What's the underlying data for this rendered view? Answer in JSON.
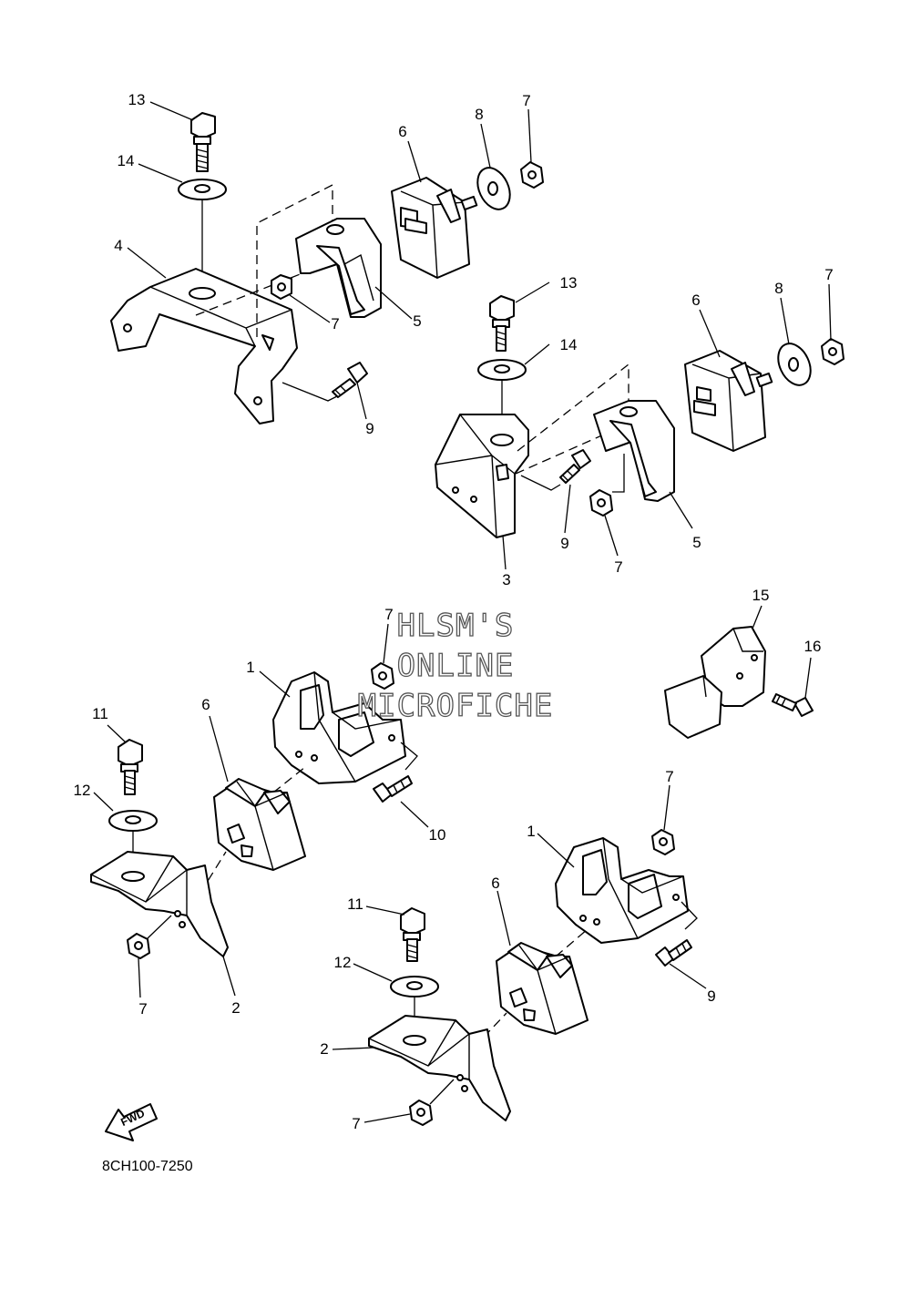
{
  "diagram_code": "8CH100-7250",
  "watermark": [
    "HLSM'S",
    "ONLINE",
    "MICROFICHE"
  ],
  "fwd_label": "FWD",
  "callouts": [
    {
      "id": "c1",
      "text": "13"
    },
    {
      "id": "c2",
      "text": "14"
    },
    {
      "id": "c3",
      "text": "4"
    },
    {
      "id": "c4",
      "text": "6"
    },
    {
      "id": "c5",
      "text": "8"
    },
    {
      "id": "c6",
      "text": "7"
    },
    {
      "id": "c7",
      "text": "7"
    },
    {
      "id": "c8",
      "text": "5"
    },
    {
      "id": "c9",
      "text": "9"
    },
    {
      "id": "c10",
      "text": "13"
    },
    {
      "id": "c11",
      "text": "14"
    },
    {
      "id": "c12",
      "text": "6"
    },
    {
      "id": "c13",
      "text": "8"
    },
    {
      "id": "c14",
      "text": "7"
    },
    {
      "id": "c15",
      "text": "3"
    },
    {
      "id": "c16",
      "text": "9"
    },
    {
      "id": "c17",
      "text": "7"
    },
    {
      "id": "c18",
      "text": "5"
    },
    {
      "id": "c19",
      "text": "15"
    },
    {
      "id": "c20",
      "text": "16"
    },
    {
      "id": "c21",
      "text": "7"
    },
    {
      "id": "c22",
      "text": "1"
    },
    {
      "id": "c23",
      "text": "6"
    },
    {
      "id": "c24",
      "text": "11"
    },
    {
      "id": "c25",
      "text": "12"
    },
    {
      "id": "c26",
      "text": "10"
    },
    {
      "id": "c27",
      "text": "7"
    },
    {
      "id": "c28",
      "text": "2"
    },
    {
      "id": "c29",
      "text": "7"
    },
    {
      "id": "c30",
      "text": "1"
    },
    {
      "id": "c31",
      "text": "6"
    },
    {
      "id": "c32",
      "text": "11"
    },
    {
      "id": "c33",
      "text": "12"
    },
    {
      "id": "c34",
      "text": "9"
    },
    {
      "id": "c35",
      "text": "2"
    },
    {
      "id": "c36",
      "text": "7"
    }
  ]
}
